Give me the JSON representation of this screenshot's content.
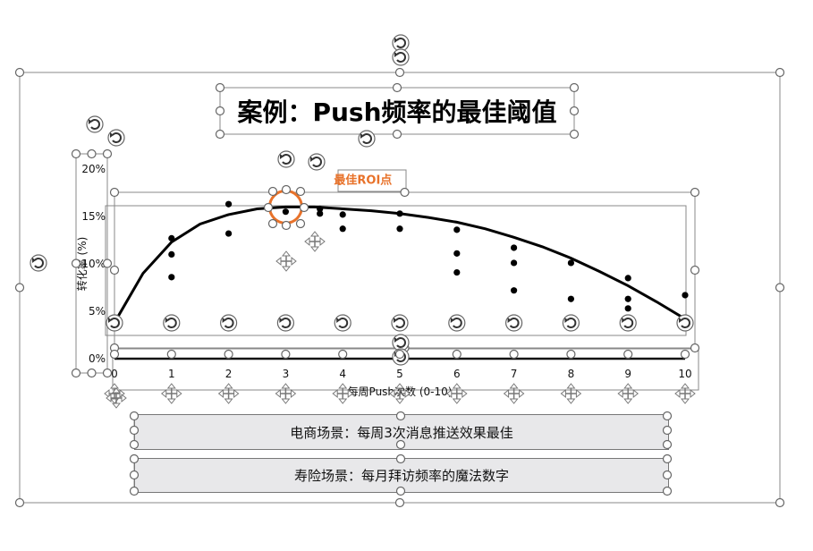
{
  "title": "案例：Push频率的最佳阈值",
  "scenarios": [
    {
      "label": "电商场景：每周3次消息推送效果最佳"
    },
    {
      "label": "寿险场景：每月拜访频率的魔法数字"
    }
  ],
  "chart_data": {
    "type": "scatter",
    "xlabel": "每周Push次数 (0-10)",
    "ylabel": "转化率 (%)",
    "xlim": [
      0,
      10
    ],
    "ylim": [
      0,
      20
    ],
    "x_ticks": [
      "0",
      "1",
      "2",
      "3",
      "4",
      "5",
      "6",
      "7",
      "8",
      "9",
      "10"
    ],
    "y_ticks": [
      {
        "value": 0,
        "label": "0%"
      },
      {
        "value": 5,
        "label": "5%"
      },
      {
        "value": 10,
        "label": "10%"
      },
      {
        "value": 15,
        "label": "15%"
      },
      {
        "value": 20,
        "label": "20%"
      }
    ],
    "points": [
      {
        "x": 1,
        "y": 12.7
      },
      {
        "x": 1,
        "y": 11.0
      },
      {
        "x": 1,
        "y": 8.6
      },
      {
        "x": 2,
        "y": 16.3
      },
      {
        "x": 2,
        "y": 13.2
      },
      {
        "x": 3,
        "y": 15.5
      },
      {
        "x": 3.6,
        "y": 15.8
      },
      {
        "x": 3.6,
        "y": 15.3
      },
      {
        "x": 4,
        "y": 15.2
      },
      {
        "x": 4,
        "y": 13.7
      },
      {
        "x": 5,
        "y": 15.3
      },
      {
        "x": 5,
        "y": 13.7
      },
      {
        "x": 6,
        "y": 13.6
      },
      {
        "x": 6,
        "y": 11.1
      },
      {
        "x": 6,
        "y": 9.1
      },
      {
        "x": 7,
        "y": 11.7
      },
      {
        "x": 7,
        "y": 10.1
      },
      {
        "x": 7,
        "y": 7.2
      },
      {
        "x": 8,
        "y": 10.1
      },
      {
        "x": 8,
        "y": 6.3
      },
      {
        "x": 9,
        "y": 8.5
      },
      {
        "x": 9,
        "y": 6.3
      },
      {
        "x": 9,
        "y": 5.3
      },
      {
        "x": 10,
        "y": 6.7
      },
      {
        "x": 10,
        "y": 4.3
      }
    ],
    "trend_curve": [
      [
        0,
        3.8
      ],
      [
        0.5,
        9.0
      ],
      [
        1,
        12.3
      ],
      [
        1.5,
        14.2
      ],
      [
        2,
        15.2
      ],
      [
        2.5,
        15.8
      ],
      [
        3,
        16.0
      ],
      [
        3.5,
        16.0
      ],
      [
        4,
        15.8
      ],
      [
        4.5,
        15.6
      ],
      [
        5,
        15.3
      ],
      [
        5.5,
        14.9
      ],
      [
        6,
        14.4
      ],
      [
        6.5,
        13.7
      ],
      [
        7,
        12.8
      ],
      [
        7.5,
        11.8
      ],
      [
        8,
        10.6
      ],
      [
        8.5,
        9.2
      ],
      [
        9,
        7.7
      ],
      [
        9.5,
        6.0
      ],
      [
        10,
        4.2
      ]
    ],
    "highlight": {
      "x": 3,
      "y": 16.0,
      "label": "最佳ROI点",
      "color": "#e8722a"
    },
    "grid": false,
    "legend": "none"
  }
}
